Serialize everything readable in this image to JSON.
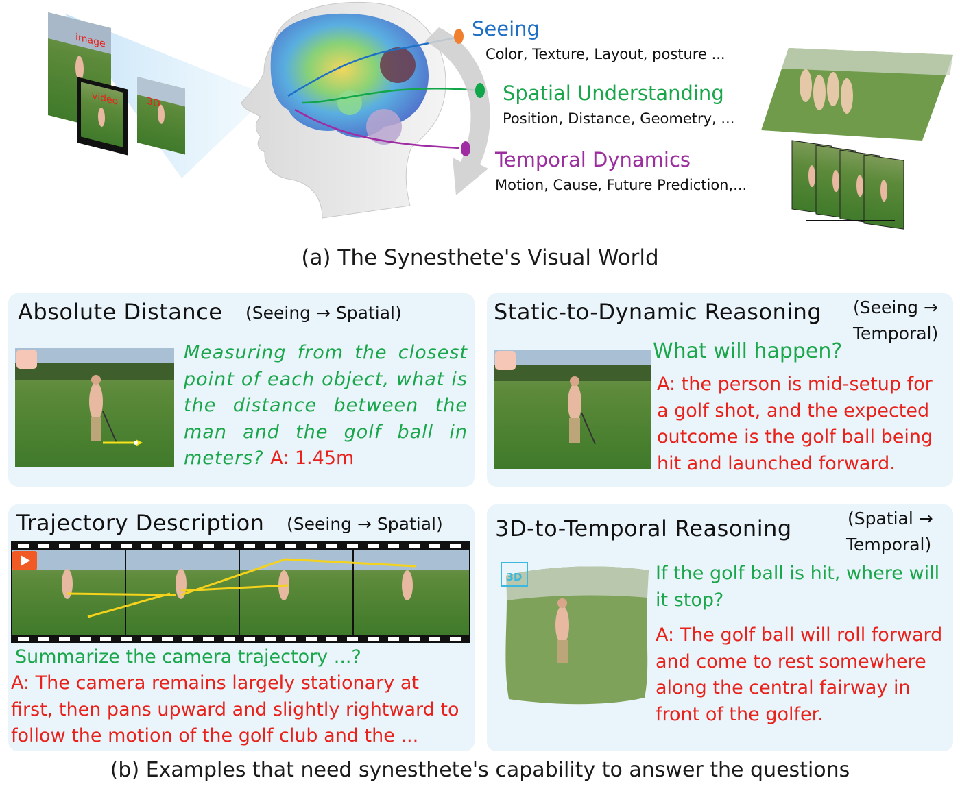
{
  "top": {
    "input_labels": {
      "image": "image",
      "video": "video",
      "three_d": "3D"
    },
    "capabilities": [
      {
        "title": "Seeing",
        "desc": "Color, Texture, Layout, posture ...",
        "color": "#1f6fc4",
        "dot": "#f07f2e"
      },
      {
        "title": "Spatial Understanding",
        "desc": "Position, Distance, Geometry, ...",
        "color": "#1aa64a",
        "dot": "#12a64a"
      },
      {
        "title": "Temporal Dynamics",
        "desc": "Motion, Cause, Future Prediction,...",
        "color": "#9b2f9e",
        "dot": "#a02ca3"
      }
    ],
    "caption": "(a) The Synesthete's Visual World"
  },
  "panels": {
    "absolute_distance": {
      "title": "Absolute Distance",
      "tag": "(Seeing → Spatial)",
      "question": "Measuring from the closest point of each object, what is the distance between the man and the golf ball in meters?",
      "answer": "A: 1.45m"
    },
    "static_dynamic": {
      "title": "Static-to-Dynamic Reasoning",
      "tag_line1": "(Seeing →",
      "tag_line2": "Temporal)",
      "question": "What will happen?",
      "answer": "A: the person is mid-setup for a golf shot, and the expected outcome is the golf ball being hit and launched forward."
    },
    "trajectory": {
      "title": "Trajectory Description",
      "tag": "(Seeing → Spatial)",
      "question": "Summarize the camera trajectory ...?",
      "answer": "A: The camera remains largely stationary at first, then pans upward and slightly rightward to follow the motion of the golf club and the ..."
    },
    "three_d_temporal": {
      "title": "3D-to-Temporal Reasoning",
      "tag_line1": "(Spatial →",
      "tag_line2": "Temporal)",
      "badge": "3D",
      "question": "If the golf ball is hit, where will it stop?",
      "answer": "A: The golf ball will roll forward and come to rest somewhere along the central fairway in front of the golfer."
    }
  },
  "bottom_caption": "(b) Examples that need synesthete's capability to answer the questions",
  "colors": {
    "question": "#1aa64a",
    "answer": "#e8221b",
    "panel_bg": "#eaf4fb"
  }
}
